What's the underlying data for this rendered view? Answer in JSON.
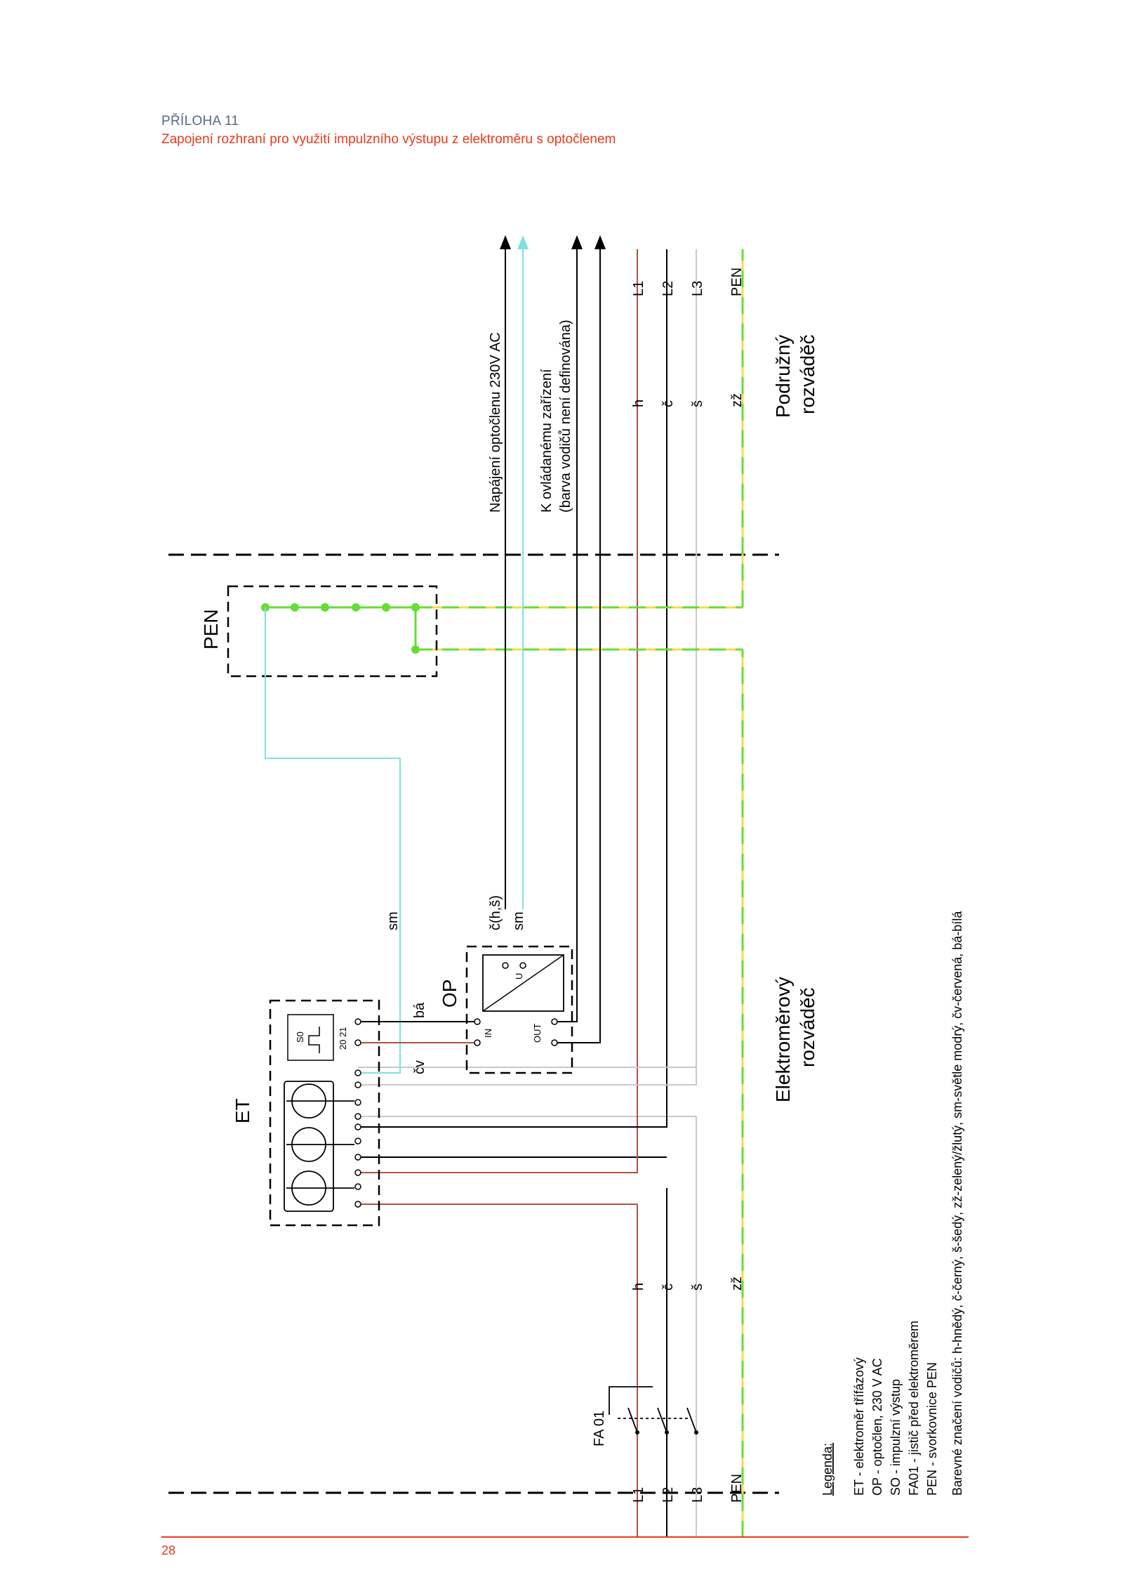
{
  "header": {
    "title": "PŘÍLOHA 11",
    "subtitle": "Zapojení rozhraní pro využití impulzního výstupu z elektroměru s optočlenem"
  },
  "colors": {
    "accent": "#e8391c",
    "header_grey": "#556b80",
    "wire_brown": "#a0522d",
    "wire_black": "#000000",
    "wire_grey": "#c8c8c8",
    "wire_light_blue": "#7fe0e0",
    "wire_green": "#66dd33",
    "wire_yellow": "#f0e040",
    "wire_red_brown": "#b05040"
  },
  "diagram": {
    "bus_labels": [
      "L1",
      "L2",
      "L3",
      "PEN"
    ],
    "bus_labels_right": [
      "L1",
      "L2",
      "L3",
      "PEN"
    ],
    "wire_colors_left": [
      "h",
      "č",
      "š",
      "zž"
    ],
    "wire_colors_right": [
      "h",
      "č",
      "š",
      "zž"
    ],
    "breaker_label": "FA 01",
    "meter_label": "ET",
    "optocoupler_label": "OP",
    "pen_block_label": "PEN",
    "s0_label": "S0",
    "s0_terminals": "20 21",
    "in_label": "IN",
    "out_label": "OUT",
    "u_label": "U",
    "wire_ba": "bá",
    "wire_cv": "čv",
    "wire_sm_left": "sm",
    "wire_ch_s": "č(h,š)",
    "wire_sm_right": "sm",
    "left_section": [
      "Elektroměrový",
      "rozváděč"
    ],
    "right_section": [
      "Podružný",
      "rozváděč"
    ],
    "note_supply": "Napájení optočlenu 230V AC",
    "note_device": [
      "K ovládanému zařízení",
      "(barva vodičů není definována)"
    ]
  },
  "legend": {
    "title": "Legenda:",
    "items": [
      "ET   - elektroměr třífázový",
      "OP   - optočlen, 230 V AC",
      "SO   - impulzní výstup",
      "FA01 - jistič před elektroměrem",
      "PEN  - svorkovnice PEN"
    ],
    "colors_line": "Barevné značení vodičů: h-hnědý, č-černý, š-šedý, zž-zelený/žlutý, sm-světle modrý,  čv-červená, bá-bílá"
  },
  "footer": {
    "page_number": "28"
  }
}
